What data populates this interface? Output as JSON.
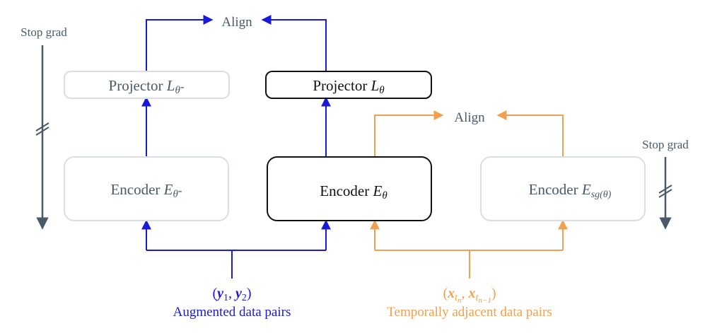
{
  "colors": {
    "blue": "#1a1adb",
    "orange": "#f0a050",
    "grey_text": "#4a5968",
    "grey_border": "#d9dee4",
    "slate_arrow": "#4a5968",
    "black": "#111111"
  },
  "stop_grad_left": "Stop grad",
  "stop_grad_right": "Stop grad",
  "align_top": "Align",
  "align_mid": "Align",
  "projector_ema": {
    "name": "Projector ",
    "sym": "L",
    "sub": "θ",
    "sup": "-"
  },
  "projector_online": {
    "name": "Projector ",
    "sym": "L",
    "sub": "θ"
  },
  "encoder_ema": {
    "name": "Encoder ",
    "sym": "E",
    "sub": "θ",
    "sup": "-"
  },
  "encoder_online": {
    "name": "Encoder ",
    "sym": "E",
    "sub": "θ"
  },
  "encoder_sg": {
    "name": "Encoder ",
    "sym": "E",
    "sub": "sg(θ)"
  },
  "aug_pairs": {
    "lparen": "(",
    "y": "y",
    "sub1": "1",
    "comma": ", ",
    "sub2": "2",
    "rparen": ")",
    "caption": "Augmented data pairs"
  },
  "temp_pairs": {
    "lparen": "(",
    "x": "x",
    "t": "t",
    "n": "n",
    "comma": ", ",
    "nm1": "n−1",
    "rparen": ")",
    "caption": "Temporally adjacent data pairs"
  }
}
